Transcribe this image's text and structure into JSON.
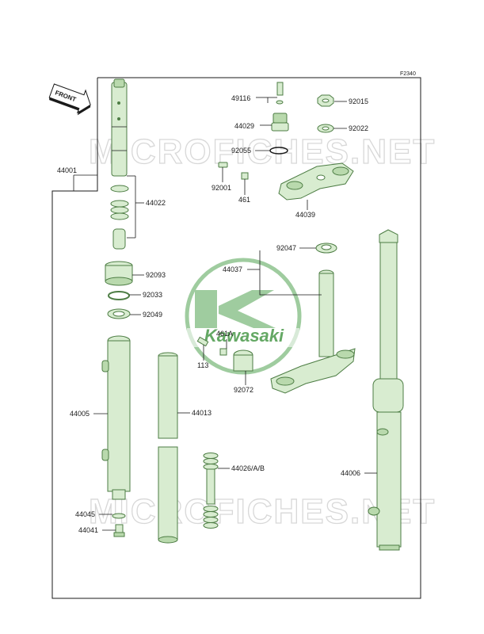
{
  "diagram_code": "F2340",
  "direction_label": "FRONT",
  "logo_text": "Kawasaki",
  "watermark_text": "MICROFICHES.NET",
  "part_labels": {
    "p49116": "49116",
    "p92015": "92015",
    "p44029": "44029",
    "p92022": "92022",
    "p92055": "92055",
    "p92001": "92001",
    "p461": "461",
    "p44039": "44039",
    "p44001": "44001",
    "p44022": "44022",
    "p92047": "92047",
    "p44037": "44037",
    "p92093": "92093",
    "p92033": "92033",
    "p92049": "92049",
    "p461A": "461A",
    "p113": "113",
    "p92072": "92072",
    "p44005": "44005",
    "p44013": "44013",
    "p44026": "44026/A/B",
    "p44006": "44006",
    "p44045": "44045",
    "p44041": "44041"
  },
  "colors": {
    "part_fill": "#d8ecd0",
    "part_stroke": "#4d7d44",
    "logo": "#4a9a4a",
    "line": "#1a1a1a",
    "watermark": "#d8d8d8"
  }
}
